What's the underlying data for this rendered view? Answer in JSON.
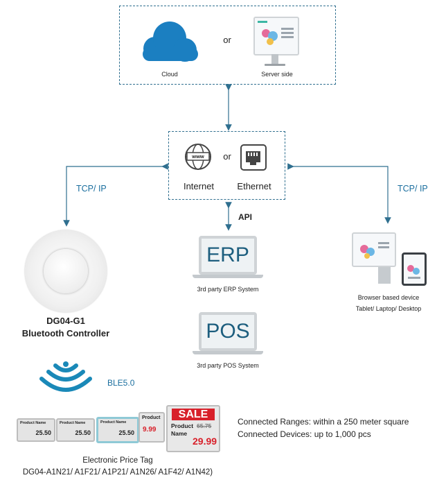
{
  "top_box": {
    "cloud_label": "Cloud",
    "or_label": "or",
    "server_label": "Server side"
  },
  "network_box": {
    "internet_label": "Internet",
    "or_label": "or",
    "ethernet_label": "Ethernet",
    "www_text": "www"
  },
  "links": {
    "tcp_left": "TCP/ IP",
    "tcp_right": "TCP/ IP",
    "api": "API",
    "ble": "BLE5.0"
  },
  "erp": {
    "screen_text": "ERP",
    "caption": "3rd party ERP System"
  },
  "pos": {
    "screen_text": "POS",
    "caption": "3rd party POS System"
  },
  "browser_device": {
    "caption_line1": "Browser based device",
    "caption_line2": "Tablet/ Laptop/ Desktop"
  },
  "controller": {
    "name_line1": "DG04-G1",
    "name_line2": "Bluetooth Controller"
  },
  "price_tags": {
    "caption_line1": "Electronic Price Tag",
    "caption_line2": "DG04-A1N21/ A1F21/ A1P21/ A1N26/ A1F42/ A1N42)",
    "tags": [
      {
        "title": "Product Name",
        "price": "25.50"
      },
      {
        "title": "Product Name",
        "price": "25.50"
      },
      {
        "title": "Product Name",
        "price": "25.50"
      },
      {
        "title": "Product",
        "price": "9.99"
      }
    ],
    "sale_tag": {
      "banner": "SALE",
      "title_line1": "Product",
      "title_line2": "Name",
      "old_price": "65.75",
      "price": "29.99"
    }
  },
  "specs": {
    "range": "Connected Ranges: within a 250 meter square",
    "devices": "Connected Devices: up to 1,000 pcs"
  },
  "colors": {
    "dash_border": "#2f6f8f",
    "accent_blue": "#1a6e9e",
    "cloud_blue": "#1b7fc1",
    "sale_red": "#d8202a"
  }
}
